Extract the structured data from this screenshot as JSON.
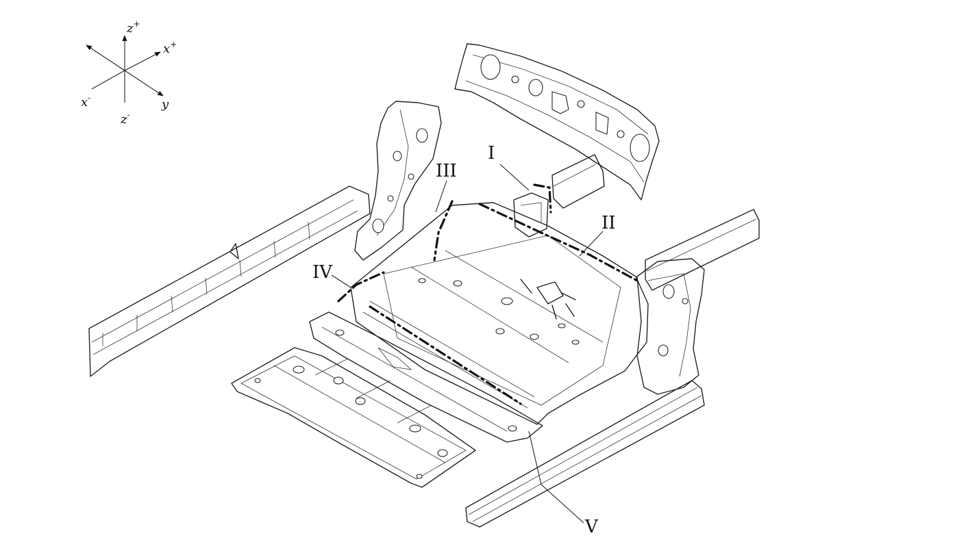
{
  "axes": {
    "z_plus": "z",
    "z_plus_sup": "+",
    "x_plus": "x",
    "x_plus_sup": "+",
    "x_minus": "x",
    "x_minus_sup": "-",
    "z_minus": "z",
    "z_minus_sup": "-",
    "y": "y"
  },
  "labels": {
    "I": "I",
    "II": "II",
    "III": "III",
    "IV": "IV",
    "V": "V"
  },
  "colors": {
    "line": "#222222",
    "weld": "#111111",
    "background": "#ffffff"
  }
}
